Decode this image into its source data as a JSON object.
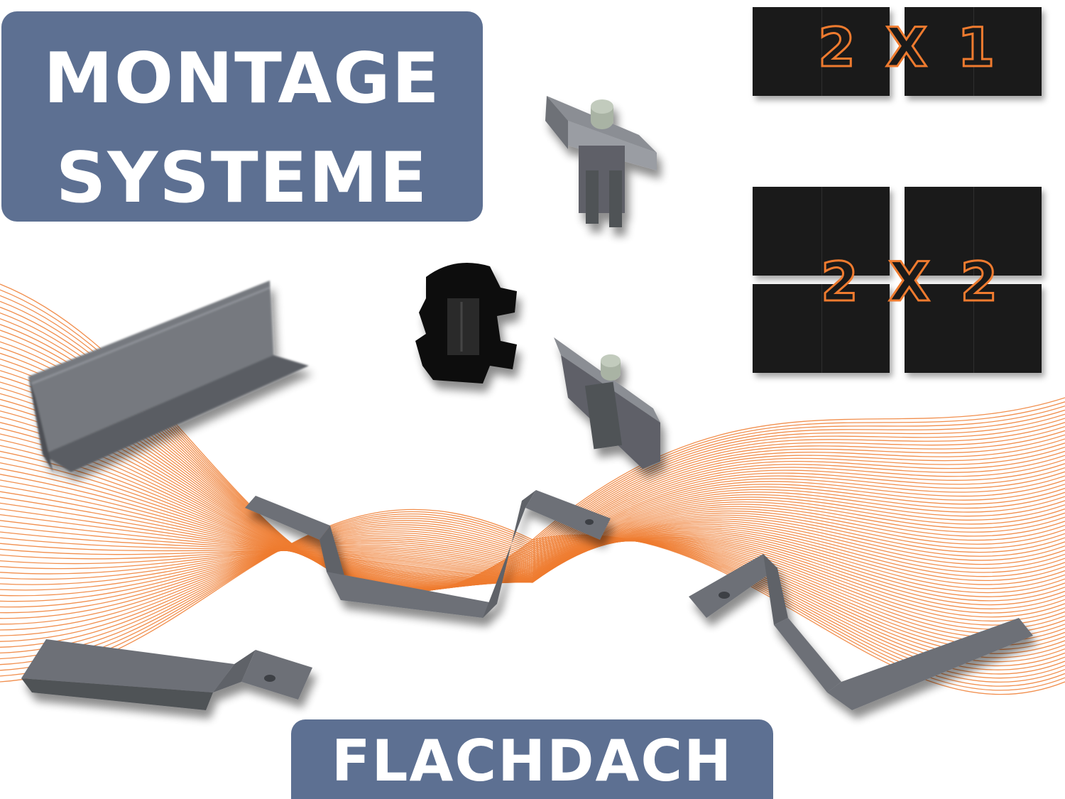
{
  "title": {
    "line1": "MONTAGE",
    "line2": "SYSTEME"
  },
  "subtitle": "FLACHDACH",
  "configs": [
    {
      "label": "2 X 1"
    },
    {
      "label": "2 X 2"
    }
  ],
  "colors": {
    "box": "#5d7092",
    "accent_orange": "#ef7b2f",
    "panel": "#1a1a1a",
    "metal": "#6b6e75"
  }
}
